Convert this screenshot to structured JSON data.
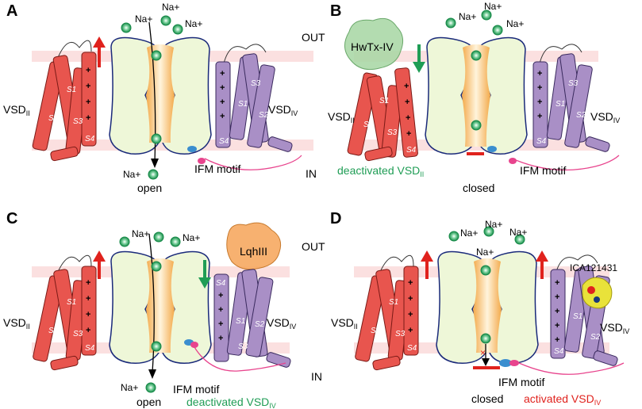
{
  "panels": [
    {
      "id": "A",
      "label": "A",
      "vsd_left": "VSD",
      "vsd_left_sub": "II",
      "vsd_right": "VSD",
      "vsd_right_sub": "IV",
      "ion": "Na+",
      "state": "open",
      "motif": "IFM motif"
    },
    {
      "id": "B",
      "label": "B",
      "vsd_left": "VSD",
      "vsd_left_sub": "II",
      "vsd_right": "VSD",
      "vsd_right_sub": "IV",
      "ion": "Na+",
      "state": "closed",
      "motif": "IFM motif",
      "toxin": "HwTx-IV",
      "deactivated": "deactivated VSD",
      "deactivated_sub": "II"
    },
    {
      "id": "C",
      "label": "C",
      "vsd_left": "VSD",
      "vsd_left_sub": "II",
      "vsd_right": "VSD",
      "vsd_right_sub": "IV",
      "ion": "Na+",
      "state": "open",
      "motif": "IFM motif",
      "toxin": "LqhIII",
      "deactivated": "deactivated VSD",
      "deactivated_sub": "IV"
    },
    {
      "id": "D",
      "label": "D",
      "vsd_left": "VSD",
      "vsd_left_sub": "II",
      "vsd_right": "VSD",
      "vsd_right_sub": "IV",
      "ion": "Na+",
      "state": "closed",
      "motif": "IFM motif",
      "drug": "ICA121431",
      "activated": "activated VSD",
      "activated_sub": "IV"
    }
  ],
  "membrane": {
    "out": "OUT",
    "in": "IN"
  },
  "segments": [
    "S1",
    "S2",
    "S3",
    "S4"
  ],
  "colors": {
    "vsd2": "#e8554e",
    "vsd4": "#a98fc6",
    "pore": "#eef7d8",
    "pore_core": "#f6c27a",
    "membrane": "#fbe3e3",
    "green": "#1f9d55",
    "red": "#e0221d",
    "motif": "#e8448d"
  }
}
